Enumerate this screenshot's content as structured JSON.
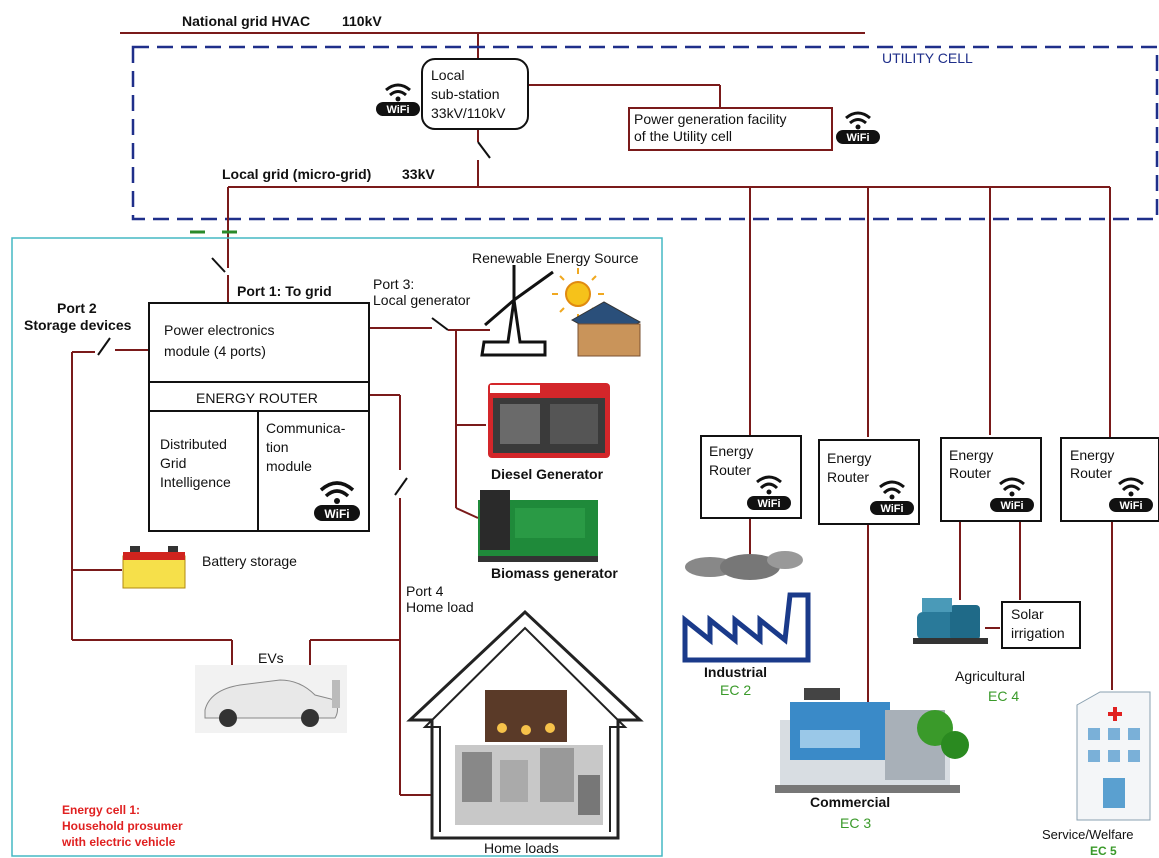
{
  "grid": {
    "national_label": "National grid HVAC",
    "national_voltage": "110kV",
    "utility_cell": "UTILITY CELL",
    "substation": [
      "Local",
      "sub-station",
      "33kV/110kV"
    ],
    "power_facility": [
      "Power generation facility",
      "of the Utility cell"
    ],
    "local_grid_label": "Local grid (micro-grid)",
    "local_grid_voltage": "33kV"
  },
  "cell1": {
    "port1": "Port 1: To grid",
    "port2": [
      "Port 2",
      "Storage devices"
    ],
    "port3": [
      "Port 3:",
      "Local generator"
    ],
    "port4": [
      "Port 4",
      "Home load"
    ],
    "renewable": "Renewable Energy Source",
    "power_module": [
      "Power electronics",
      "module (4 ports)"
    ],
    "energy_router": "ENERGY ROUTER",
    "distributed": [
      "Distributed",
      "Grid",
      "Intelligence"
    ],
    "communication": [
      "Communica-",
      "tion",
      "module"
    ],
    "diesel": "Diesel Generator",
    "biomass": "Biomass generator",
    "battery": "Battery storage",
    "evs": "EVs",
    "home_loads": "Home loads",
    "cell_title": [
      "Energy cell 1:",
      "Household prosumer",
      "with electric vehicle"
    ]
  },
  "routers": [
    {
      "label": [
        "Energy",
        "Router"
      ]
    },
    {
      "label": [
        "Energy",
        "Router"
      ]
    },
    {
      "label": [
        "Energy",
        "Router"
      ]
    },
    {
      "label": [
        "Energy",
        "Router"
      ]
    }
  ],
  "consumers": {
    "industrial": "Industrial",
    "ec2": "EC 2",
    "commercial": "Commercial",
    "ec3": "EC 3",
    "solar_irrigation": [
      "Solar",
      "irrigation"
    ],
    "agricultural": "Agricultural",
    "ec4": "EC 4",
    "service": "Service/Welfare",
    "ec5": "EC 5"
  },
  "wifi_text": "WiFi",
  "colors": {
    "line": "#7a1a1a",
    "utility_dash": "#1f2f8a",
    "cell_border": "#45b8c4",
    "accent_red": "#e02020",
    "ec_green": "#3a9a2a"
  }
}
